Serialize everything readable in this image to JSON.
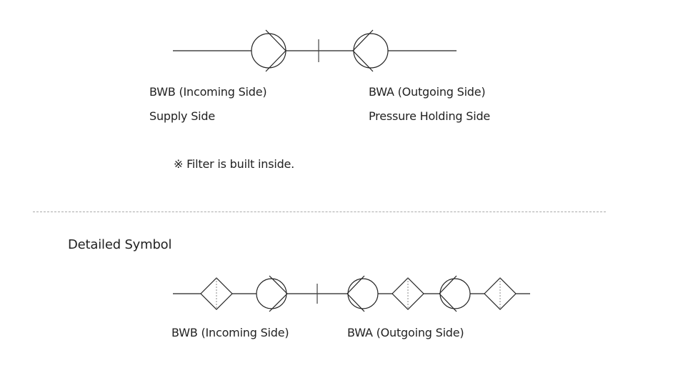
{
  "simple_symbol": {
    "incoming_label": "BWB (Incoming Side)",
    "incoming_sub": "Supply Side",
    "outgoing_label": "BWA (Outgoing Side)",
    "outgoing_sub": "Pressure Holding Side",
    "note": "※  Filter is built inside."
  },
  "detailed_symbol": {
    "title": "Detailed Symbol",
    "incoming_label": "BWB (Incoming Side)",
    "outgoing_label": "BWA (Outgoing Side)"
  },
  "colors": {
    "line": "#222222",
    "divider": "#aaaaaa",
    "filter_dash": "#888888"
  }
}
